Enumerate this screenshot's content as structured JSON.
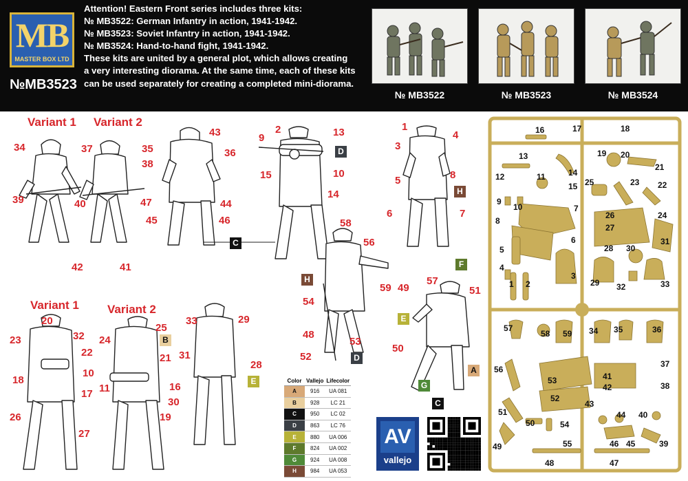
{
  "logo": {
    "mark": "MB",
    "subtitle": "MASTER BOX LTD"
  },
  "kit_number": "№MB3523",
  "intro_lines": [
    "Attention!  Eastern Front series includes three kits:",
    "№ MB3522: German Infantry in action, 1941-1942.",
    "№ MB3523: Soviet Infantry in action, 1941-1942.",
    "№ MB3524: Hand-to-hand fight, 1941-1942.",
    "These kits are united by a general plot, which allows creating",
    "a very interesting diorama. At the same time, each of these kits",
    "can be used separately for creating a completed mini-diorama."
  ],
  "thumbnails": [
    {
      "caption": "№ MB3522"
    },
    {
      "caption": "№ MB3523"
    },
    {
      "caption": "№ MB3524"
    }
  ],
  "variants": {
    "v1_top": "Variant 1",
    "v2_top": "Variant 2",
    "v1_bottom": "Variant 1",
    "v2_bottom": "Variant 2"
  },
  "callouts": {
    "n34": "34",
    "n37": "37",
    "n39": "39",
    "n40": "40",
    "n42": "42",
    "n35": "35",
    "n38": "38",
    "n47": "47",
    "n41": "41",
    "n43": "43",
    "n36": "36",
    "n44": "44",
    "n45": "45",
    "n46": "46",
    "n2": "2",
    "n9": "9",
    "n13": "13",
    "n15": "15",
    "n10": "10",
    "n14": "14",
    "n1": "1",
    "n4": "4",
    "n3": "3",
    "n5": "5",
    "n8": "8",
    "n6": "6",
    "n7": "7",
    "n58": "58",
    "n56": "56",
    "n59": "59",
    "n49": "49",
    "n54": "54",
    "n48": "48",
    "n53": "53",
    "n52": "52",
    "n57": "57",
    "n51": "51",
    "n50": "50",
    "n20": "20",
    "n32": "32",
    "n23": "23",
    "n22": "22",
    "n18": "18",
    "n10b": "10",
    "n17": "17",
    "n26": "26",
    "n27": "27",
    "n25": "25",
    "n24": "24",
    "n21": "21",
    "n11": "11",
    "n16": "16",
    "n30": "30",
    "n19": "19",
    "n33": "33",
    "n29": "29",
    "n31": "31",
    "n28": "28"
  },
  "color_codes": {
    "A": "A",
    "B": "B",
    "C": "C",
    "D": "D",
    "E": "E",
    "F": "F",
    "G": "G",
    "H": "H"
  },
  "paint_table": {
    "headers": [
      "Color",
      "Vallejo",
      "Lifecolor"
    ],
    "rows": [
      {
        "code": "A",
        "vallejo": "916",
        "lifecolor": "UA 081",
        "swatch": "#d8a978"
      },
      {
        "code": "B",
        "vallejo": "928",
        "lifecolor": "LC 21",
        "swatch": "#e9cf9e"
      },
      {
        "code": "C",
        "vallejo": "950",
        "lifecolor": "LC 02",
        "swatch": "#111111"
      },
      {
        "code": "D",
        "vallejo": "863",
        "lifecolor": "LC 76",
        "swatch": "#3a3f45"
      },
      {
        "code": "E",
        "vallejo": "880",
        "lifecolor": "UA 006",
        "swatch": "#b7b238"
      },
      {
        "code": "F",
        "vallejo": "824",
        "lifecolor": "UA 002",
        "swatch": "#5e7a2c"
      },
      {
        "code": "G",
        "vallejo": "924",
        "lifecolor": "UA 008",
        "swatch": "#4f8a38"
      },
      {
        "code": "H",
        "vallejo": "984",
        "lifecolor": "UA 053",
        "swatch": "#7a4a36"
      }
    ]
  },
  "vallejo": {
    "mark": "AV",
    "word": "vallejo"
  },
  "sprue_numbers": {
    "s16": "16",
    "s17": "17",
    "s18": "18",
    "s13": "13",
    "s19": "19",
    "s20": "20",
    "s21": "21",
    "s14": "14",
    "s12": "12",
    "s11": "11",
    "s15": "15",
    "s25": "25",
    "s23": "23",
    "s22": "22",
    "s9": "9",
    "s10": "10",
    "s7": "7",
    "s24": "24",
    "s8": "8",
    "s26": "26",
    "s27": "27",
    "s6": "6",
    "s31": "31",
    "s5": "5",
    "s28": "28",
    "s30": "30",
    "s4": "4",
    "s3": "3",
    "s29": "29",
    "s32": "32",
    "s33": "33",
    "s1": "1",
    "s2": "2",
    "s57": "57",
    "s58": "58",
    "s59": "59",
    "s34": "34",
    "s35": "35",
    "s36": "36",
    "s37": "37",
    "s56": "56",
    "s53": "53",
    "s41": "41",
    "s42": "42",
    "s38": "38",
    "s52": "52",
    "s51": "51",
    "s43": "43",
    "s44": "44",
    "s40": "40",
    "s50": "50",
    "s54": "54",
    "s55": "55",
    "s46": "46",
    "s45": "45",
    "s39": "39",
    "s49": "49",
    "s48": "48",
    "s47": "47"
  },
  "colors": {
    "header_bg": "#0b0b0b",
    "callout_red": "#d7262b",
    "sprue": "#c9ae5a",
    "logo_blue": "#2a5fb0",
    "logo_gold": "#f3d36a"
  }
}
